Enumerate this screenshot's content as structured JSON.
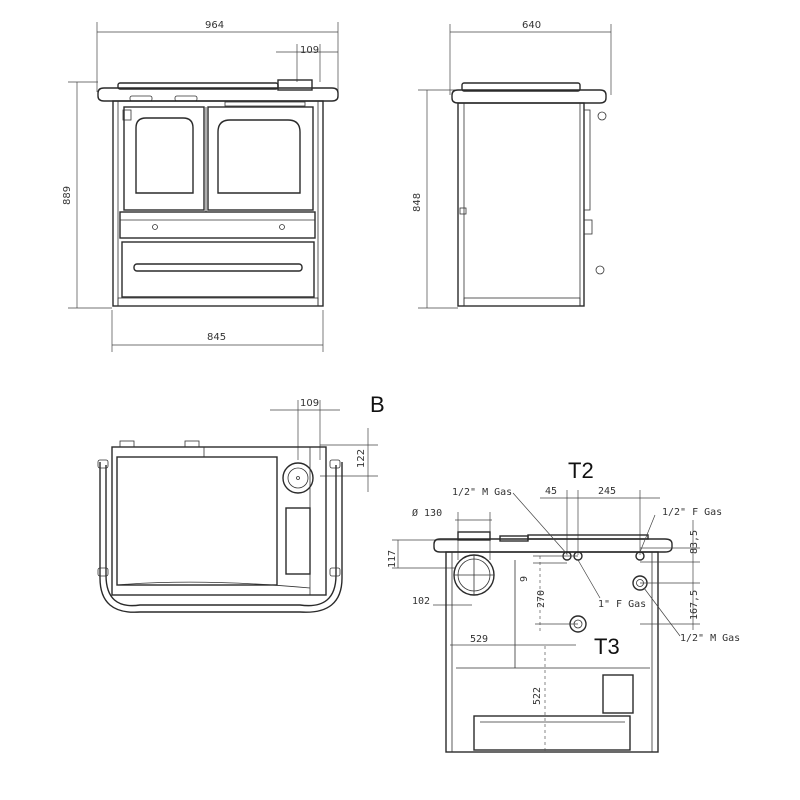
{
  "front_view": {
    "width_overall": "964",
    "flue_offset": "109",
    "height_overall": "889",
    "base_width": "845"
  },
  "side_view": {
    "depth_overall": "640",
    "height": "848"
  },
  "top_view": {
    "label": "B",
    "flue_offset": "109",
    "flue_depth": "122"
  },
  "rear_view": {
    "labels": {
      "t2": "T2",
      "t3": "T3"
    },
    "dims": {
      "flue_diameter": "Ø 130",
      "flue_height": "117",
      "flue_from_side": "102",
      "offset_45": "45",
      "offset_245": "245",
      "drop_9": "9",
      "drop_270": "270",
      "offset_529": "529",
      "height_522": "522",
      "drop_83_5": "83,5",
      "drop_167_5": "167,5"
    },
    "connections": {
      "half_m_gas_top": "1/2\" M Gas",
      "half_f_gas_right": "1/2\" F Gas",
      "one_f_gas": "1\" F Gas",
      "half_m_gas_bottom": "1/2\" M Gas"
    }
  },
  "colors": {
    "line": "#2a2a2a",
    "background": "#ffffff"
  }
}
